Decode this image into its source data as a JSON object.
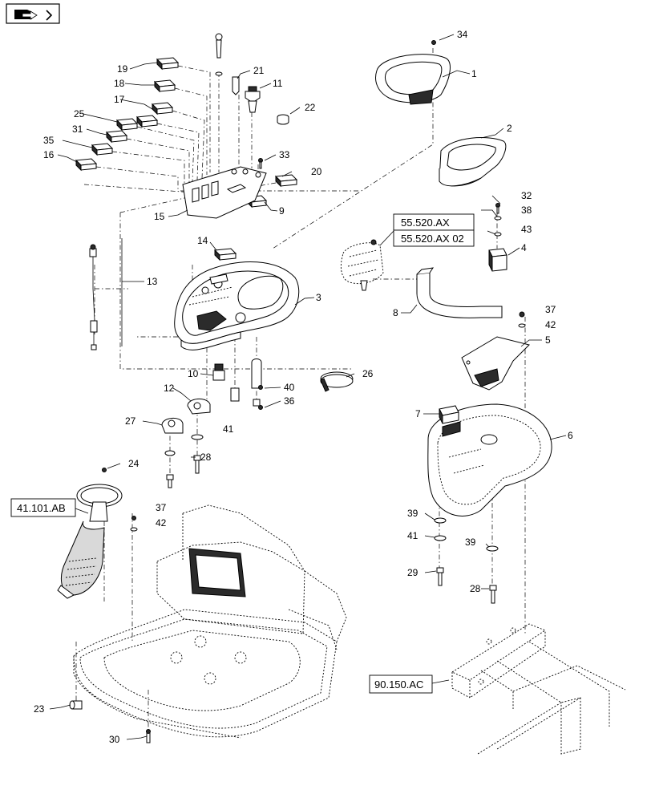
{
  "callouts": {
    "c1": "1",
    "c2": "2",
    "c3": "3",
    "c4": "4",
    "c5": "5",
    "c6": "6",
    "c7": "7",
    "c8": "8",
    "c9": "9",
    "c10": "10",
    "c11": "11",
    "c12": "12",
    "c13": "13",
    "c14": "14",
    "c15": "15",
    "c16": "16",
    "c17": "17",
    "c18": "18",
    "c19": "19",
    "c20": "20",
    "c21": "21",
    "c22": "22",
    "c23": "23",
    "c24": "24",
    "c25": "25",
    "c26": "26",
    "c27": "27",
    "c28a": "28",
    "c28b": "28",
    "c29": "29",
    "c30": "30",
    "c31": "31",
    "c32": "32",
    "c33": "33",
    "c34": "34",
    "c35": "35",
    "c36": "36",
    "c37a": "37",
    "c37b": "37",
    "c38": "38",
    "c39a": "39",
    "c39b": "39",
    "c40": "40",
    "c41a": "41",
    "c41b": "41",
    "c42a": "42",
    "c42b": "42",
    "c43": "43"
  },
  "references": {
    "ref_55520ax": "55.520.AX",
    "ref_55520ax02": "55.520.AX 02",
    "ref_41101ab": "41.101.AB",
    "ref_90150ac": "90.150.AC"
  },
  "nav_icon": "book-arrow-icon"
}
